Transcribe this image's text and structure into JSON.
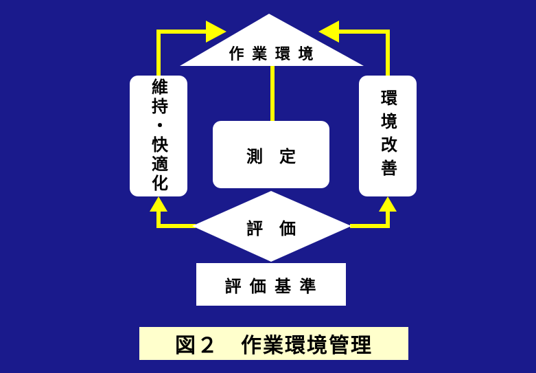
{
  "colors": {
    "background": "#1a1a8c",
    "connector": "#ffff00",
    "box": "#ffffff",
    "caption_bg": "#ffffcc",
    "text": "#000000"
  },
  "diagram": {
    "top_triangle": "作 業 環 境",
    "left_box": "維持・快適化",
    "right_box": "環境改善",
    "center_box": "測　定",
    "diamond": "評　価",
    "bottom_box": "評 価 基 準"
  },
  "caption": "図２　作業環境管理"
}
